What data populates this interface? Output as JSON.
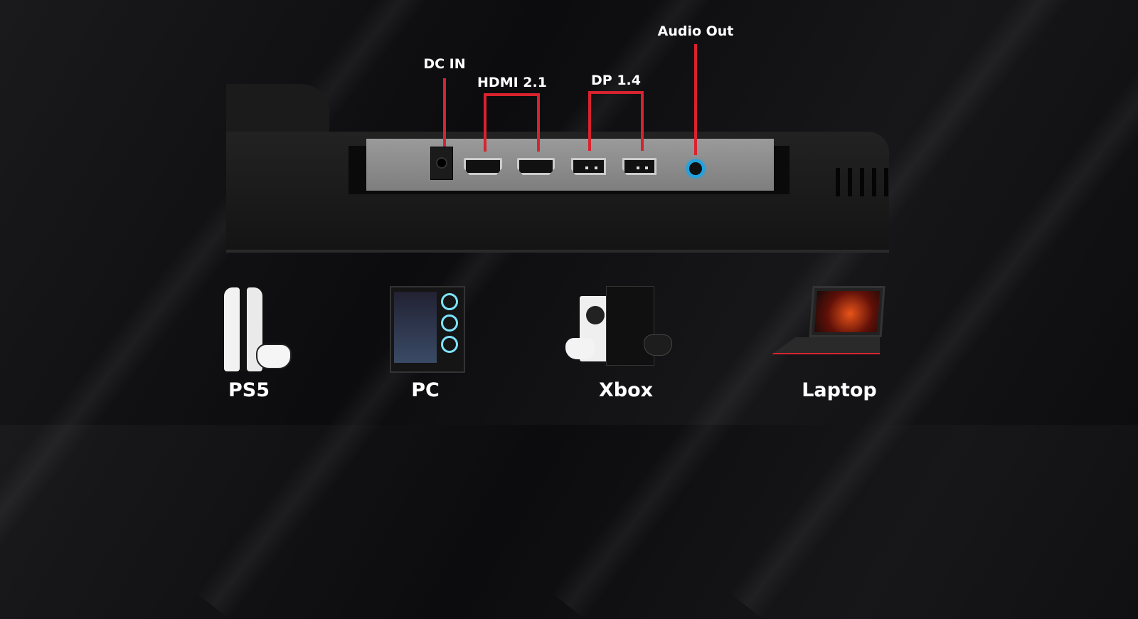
{
  "ports": {
    "dc_in": "DC IN",
    "hdmi": "HDMI 2.1",
    "dp": "DP 1.4",
    "audio_out": "Audio Out"
  },
  "devices": [
    {
      "label": "PS5"
    },
    {
      "label": "PC"
    },
    {
      "label": "Xbox"
    },
    {
      "label": "Laptop"
    }
  ],
  "colors": {
    "callout": "#d8232f",
    "audio_jack": "#1fa3e0",
    "panel": "#8b8b8b"
  }
}
